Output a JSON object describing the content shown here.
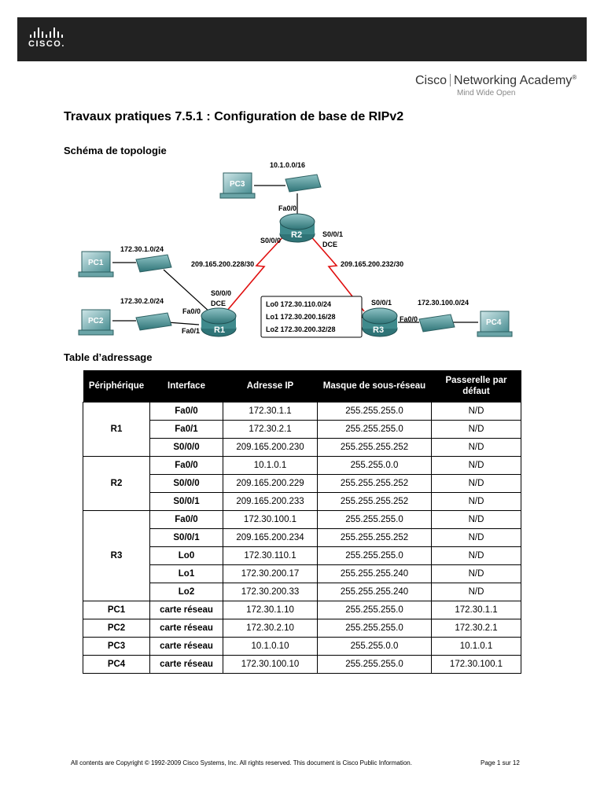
{
  "header": {
    "logo_text": "CISCO.",
    "academy_brand": "Cisco",
    "academy_name": "Networking Academy",
    "academy_tagline": "Mind Wide Open"
  },
  "title": "Travaux pratiques 7.5.1 : Configuration de base de RIPv2",
  "topology": {
    "heading": "Schéma de topologie",
    "labels": {
      "net_pc3": "10.1.0.0/16",
      "r2_fa00": "Fa0/0",
      "r2_name": "R2",
      "r2_s000": "S0/0/0",
      "r2_s001": "S0/0/1",
      "r2_dce": "DCE",
      "net_pc1": "172.30.1.0/24",
      "link_r1_r2": "209.165.200.228/30",
      "link_r2_r3": "209.165.200.232/30",
      "r1_s000": "S0/0/0",
      "r1_dce": "DCE",
      "net_pc2": "172.30.2.0/24",
      "r1_fa00": "Fa0/0",
      "r1_fa01": "Fa0/1",
      "r1_name": "R1",
      "r3_lo0": "Lo0 172.30.110.0/24",
      "r3_lo1": "Lo1 172.30.200.16/28",
      "r3_lo2": "Lo2 172.30.200.32/28",
      "r3_s001": "S0/0/1",
      "r3_fa00": "Fa0/0",
      "r3_name": "R3",
      "net_pc4": "172.30.100.0/24",
      "pc1": "PC1",
      "pc2": "PC2",
      "pc3": "PC3",
      "pc4": "PC4"
    }
  },
  "address_table": {
    "heading": "Table d’adressage",
    "headers": [
      "Périphérique",
      "Interface",
      "Adresse IP",
      "Masque de sous-réseau",
      "Passerelle par défaut"
    ],
    "rows": [
      {
        "device": "R1",
        "interface": "Fa0/0",
        "ip": "172.30.1.1",
        "mask": "255.255.255.0",
        "gateway": "N/D"
      },
      {
        "device": "R1",
        "interface": "Fa0/1",
        "ip": "172.30.2.1",
        "mask": "255.255.255.0",
        "gateway": "N/D"
      },
      {
        "device": "R1",
        "interface": "S0/0/0",
        "ip": "209.165.200.230",
        "mask": "255.255.255.252",
        "gateway": "N/D"
      },
      {
        "device": "R2",
        "interface": "Fa0/0",
        "ip": "10.1.0.1",
        "mask": "255.255.0.0",
        "gateway": "N/D"
      },
      {
        "device": "R2",
        "interface": "S0/0/0",
        "ip": "209.165.200.229",
        "mask": "255.255.255.252",
        "gateway": "N/D"
      },
      {
        "device": "R2",
        "interface": "S0/0/1",
        "ip": "209.165.200.233",
        "mask": "255.255.255.252",
        "gateway": "N/D"
      },
      {
        "device": "R3",
        "interface": "Fa0/0",
        "ip": "172.30.100.1",
        "mask": "255.255.255.0",
        "gateway": "N/D"
      },
      {
        "device": "R3",
        "interface": "S0/0/1",
        "ip": "209.165.200.234",
        "mask": "255.255.255.252",
        "gateway": "N/D"
      },
      {
        "device": "R3",
        "interface": "Lo0",
        "ip": "172.30.110.1",
        "mask": "255.255.255.0",
        "gateway": "N/D"
      },
      {
        "device": "R3",
        "interface": "Lo1",
        "ip": "172.30.200.17",
        "mask": "255.255.255.240",
        "gateway": "N/D"
      },
      {
        "device": "R3",
        "interface": "Lo2",
        "ip": "172.30.200.33",
        "mask": "255.255.255.240",
        "gateway": "N/D"
      },
      {
        "device": "PC1",
        "interface": "carte réseau",
        "ip": "172.30.1.10",
        "mask": "255.255.255.0",
        "gateway": "172.30.1.1"
      },
      {
        "device": "PC2",
        "interface": "carte réseau",
        "ip": "172.30.2.10",
        "mask": "255.255.255.0",
        "gateway": "172.30.2.1"
      },
      {
        "device": "PC3",
        "interface": "carte réseau",
        "ip": "10.1.0.10",
        "mask": "255.255.0.0",
        "gateway": "10.1.0.1"
      },
      {
        "device": "PC4",
        "interface": "carte réseau",
        "ip": "172.30.100.10",
        "mask": "255.255.255.0",
        "gateway": "172.30.100.1"
      }
    ]
  },
  "footer": {
    "copyright": "All contents are Copyright © 1992-2009 Cisco Systems, Inc. All rights reserved. This document is Cisco Public Information.",
    "page": "Page 1 sur 12"
  },
  "colors": {
    "header_bar": "#222222",
    "device_teal": "#3f8a8c",
    "serial_link": "#e01010",
    "table_header": "#000000"
  }
}
